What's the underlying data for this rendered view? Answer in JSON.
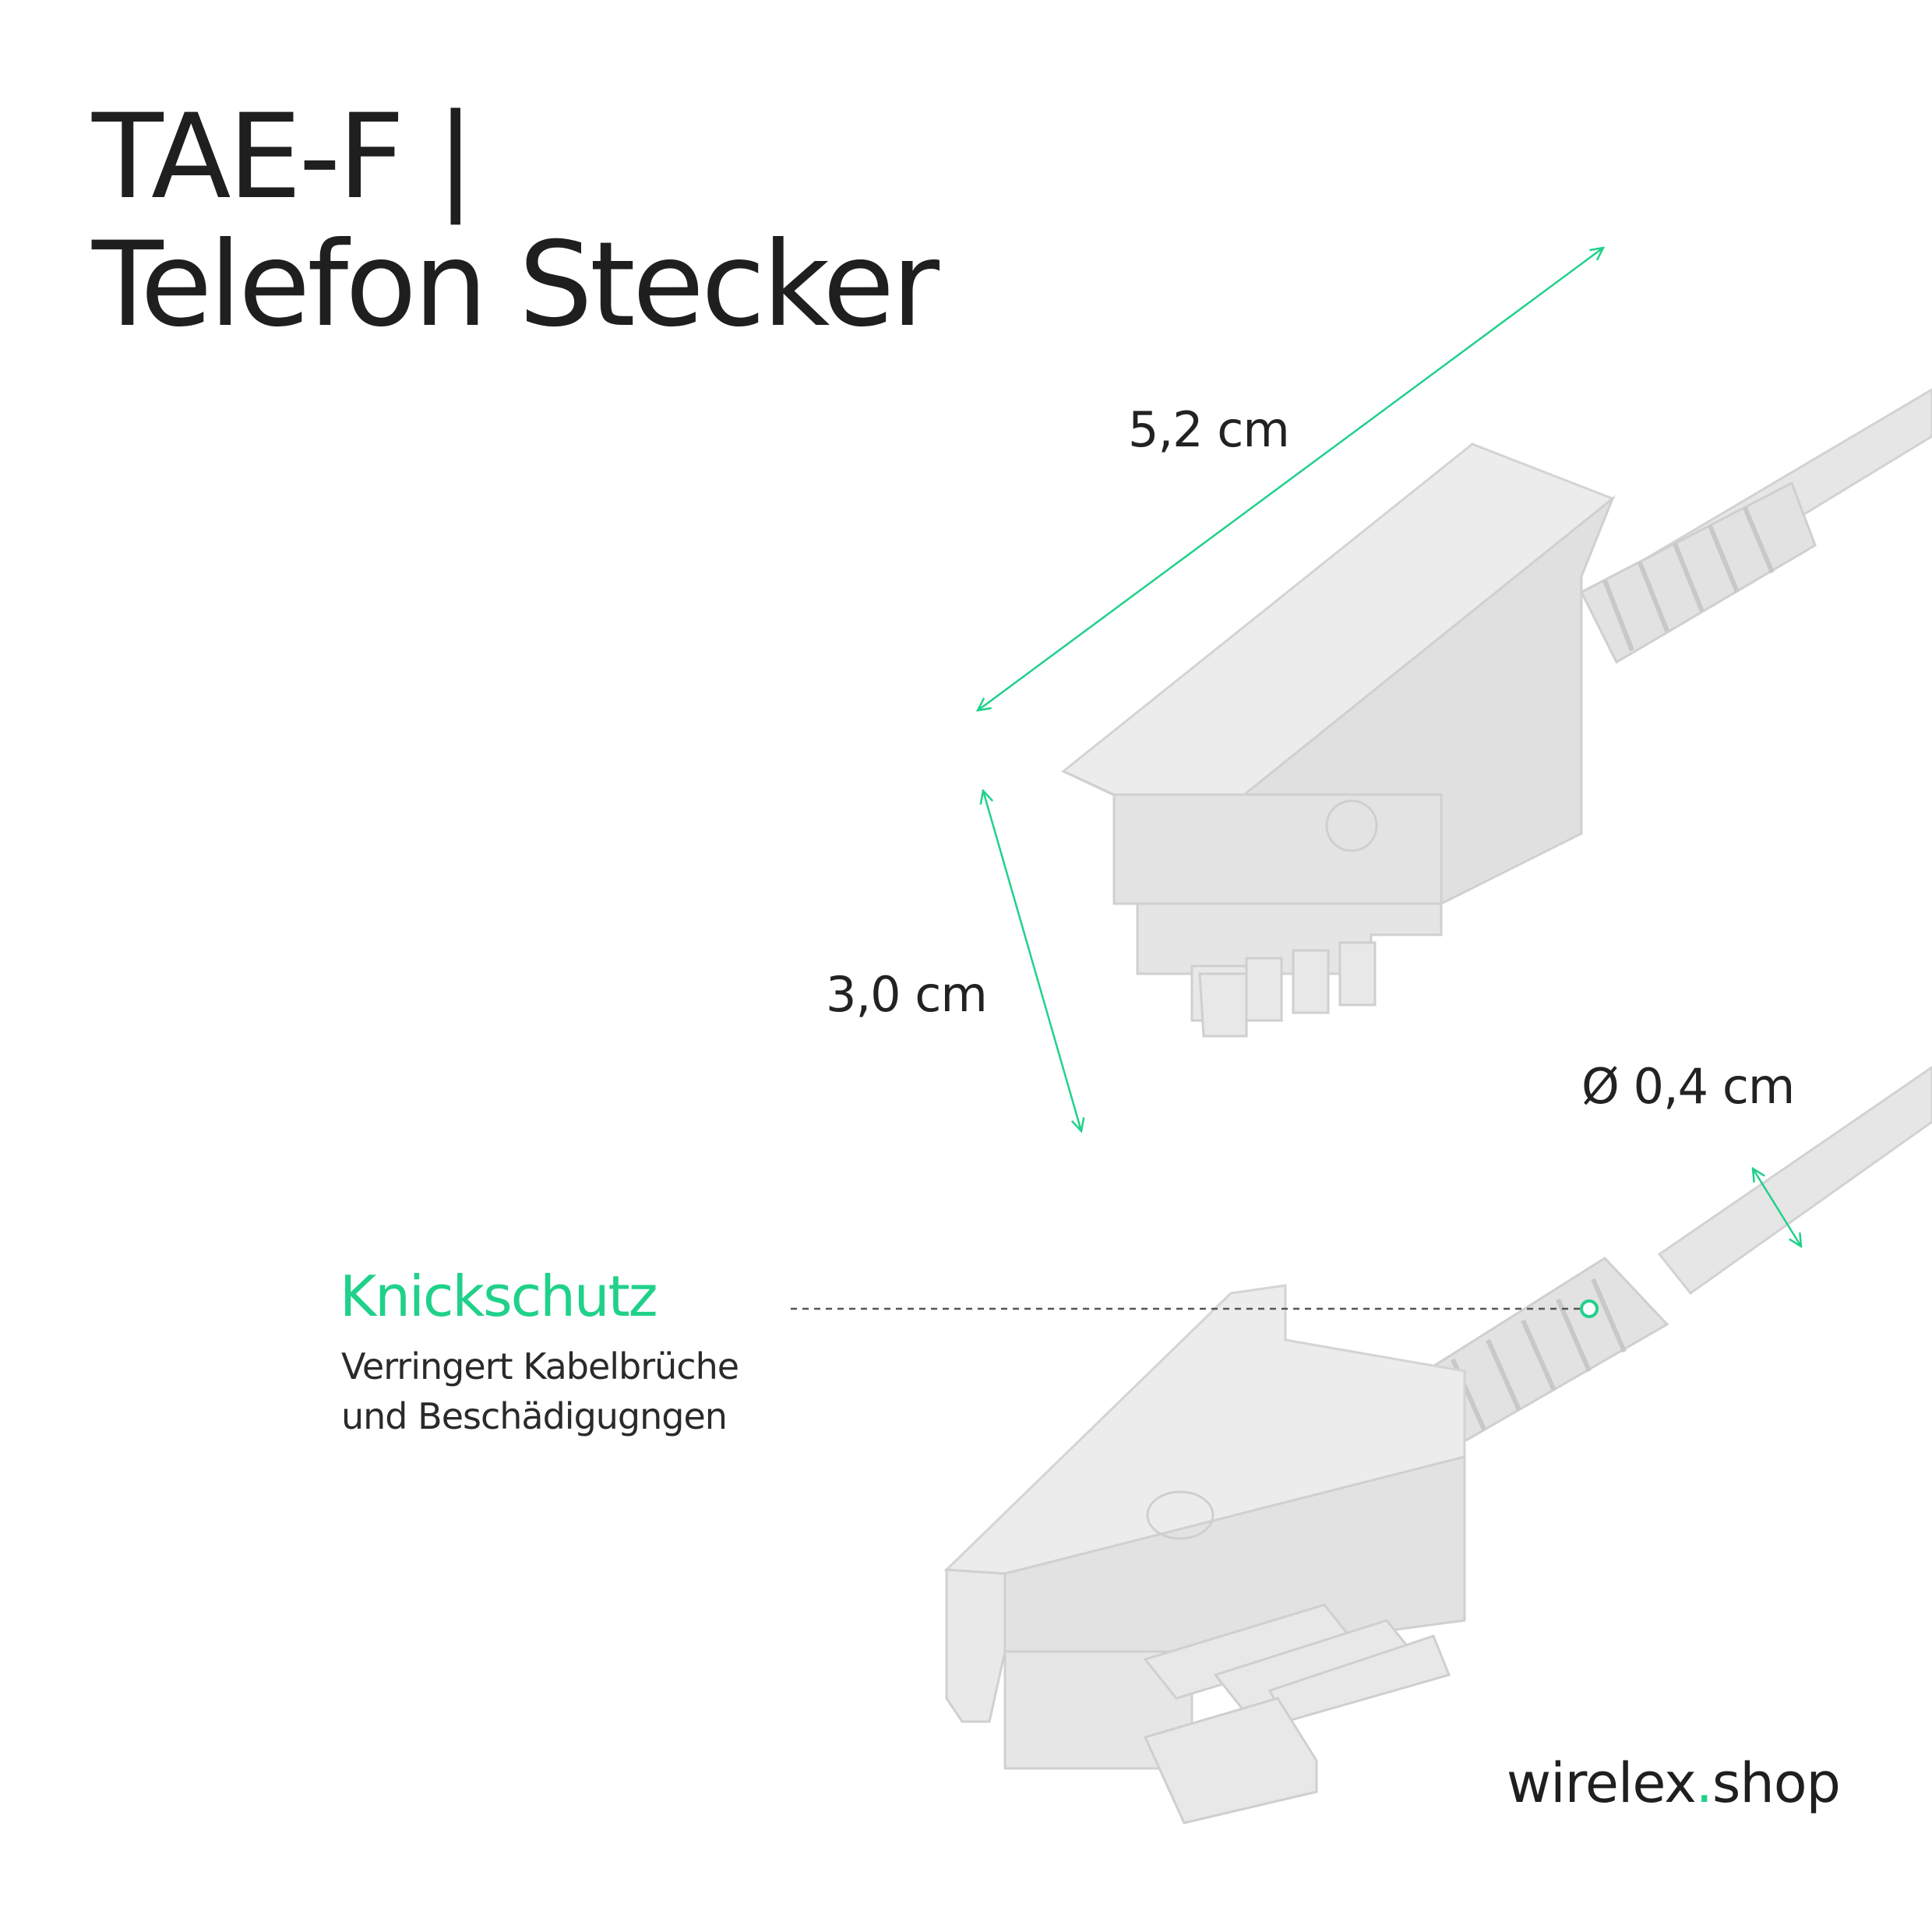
{
  "title": {
    "line1": "TAE-F |",
    "line2": "Telefon Stecker"
  },
  "dimensions": {
    "length": "5,2 cm",
    "height": "3,0 cm",
    "diameter": "Ø 0,4 cm"
  },
  "feature": {
    "title": "Knickschutz",
    "description_line1": "Verringert Kabelbrüche",
    "description_line2": "und Beschädigugngen"
  },
  "brand": {
    "name": "wirelex",
    "dot": ".",
    "tld": "shop"
  },
  "colors": {
    "accent": "#20d18a",
    "text": "#1f1f1f",
    "plug": "#e4e4e4"
  }
}
